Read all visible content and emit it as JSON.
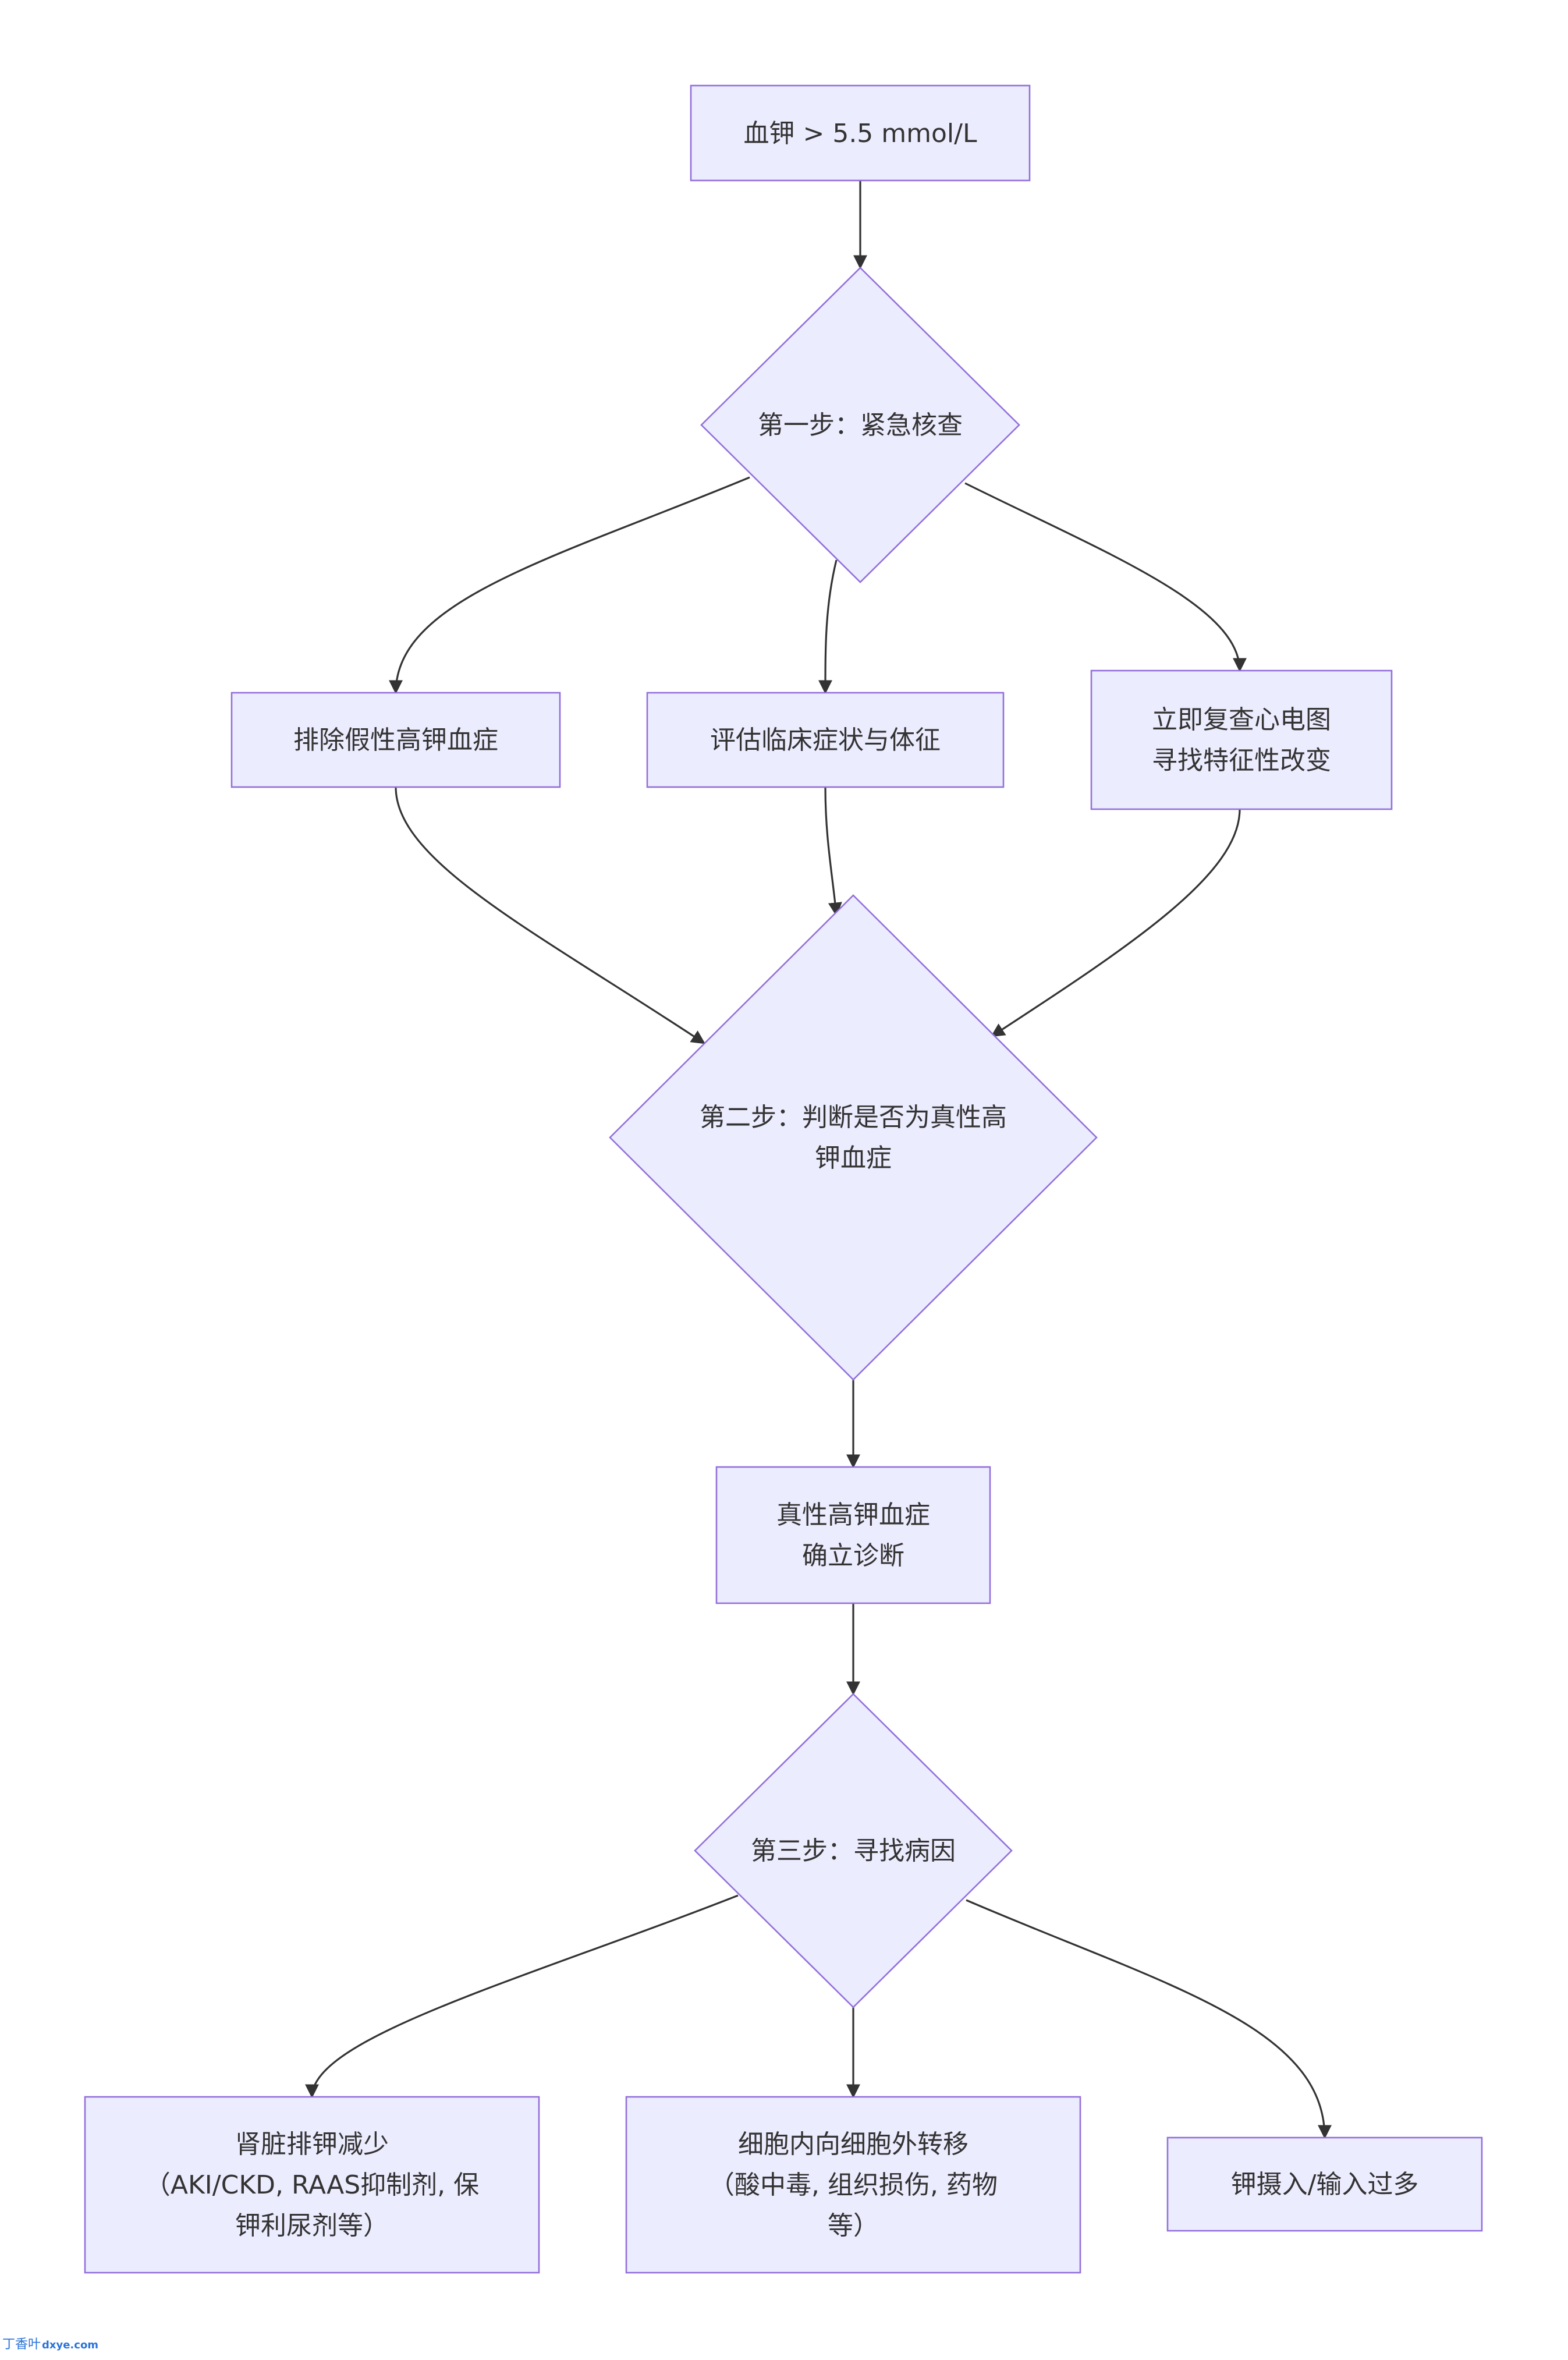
{
  "flowchart": {
    "nodes": {
      "start": {
        "lines": [
          "血钾 > 5.5 mmol/L"
        ]
      },
      "step1": {
        "lines": [
          "第一步：紧急核查"
        ]
      },
      "pseudo": {
        "lines": [
          "排除假性高钾血症"
        ]
      },
      "clinical": {
        "lines": [
          "评估临床症状与体征"
        ]
      },
      "ecg": {
        "lines": [
          "立即复查心电图",
          "寻找特征性改变"
        ]
      },
      "step2": {
        "lines": [
          "第二步：判断是否为真性高",
          "钾血症"
        ]
      },
      "confirm": {
        "lines": [
          "真性高钾血症",
          "确立诊断"
        ]
      },
      "step3": {
        "lines": [
          "第三步：寻找病因"
        ]
      },
      "renal": {
        "lines": [
          "肾脏排钾减少",
          "（AKI/CKD, RAAS抑制剂, 保",
          "钾利尿剂等）"
        ]
      },
      "shift": {
        "lines": [
          "细胞内向细胞外转移",
          "（酸中毒, 组织损伤, 药物",
          "等）"
        ]
      },
      "intake": {
        "lines": [
          "钾摄入/输入过多"
        ]
      }
    },
    "edges": [
      [
        "start",
        "step1"
      ],
      [
        "step1",
        "pseudo"
      ],
      [
        "step1",
        "clinical"
      ],
      [
        "step1",
        "ecg"
      ],
      [
        "pseudo",
        "step2"
      ],
      [
        "clinical",
        "step2"
      ],
      [
        "ecg",
        "step2"
      ],
      [
        "step2",
        "confirm"
      ],
      [
        "confirm",
        "step3"
      ],
      [
        "step3",
        "renal"
      ],
      [
        "step3",
        "shift"
      ],
      [
        "step3",
        "intake"
      ]
    ]
  },
  "watermark": {
    "brand": "丁香叶",
    "domain": "dxye.com"
  },
  "colors": {
    "node_fill": "#ECECFF",
    "node_stroke": "#9370DB",
    "edge": "#333333",
    "text": "#333333",
    "watermark": "#2a73d9"
  }
}
